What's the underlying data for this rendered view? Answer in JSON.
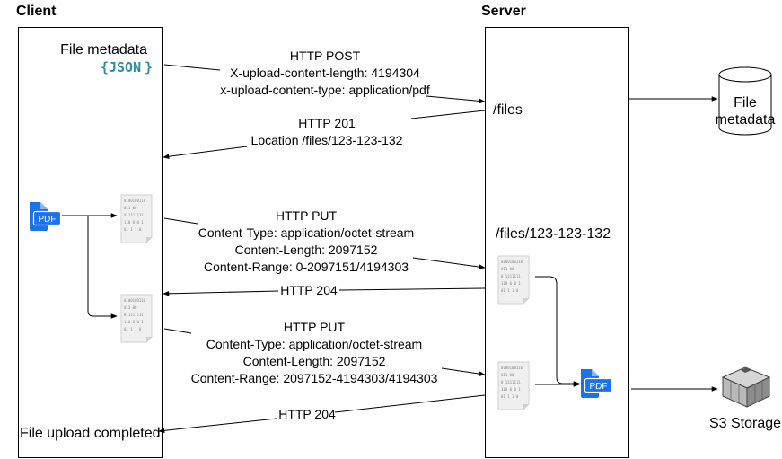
{
  "lanes": {
    "client": "Client",
    "server": "Server"
  },
  "client": {
    "file_metadata": "File metadata",
    "json_badge": "JSON",
    "json_brace_open": "{",
    "json_brace_close": "}",
    "upload_done": "File upload completed"
  },
  "server": {
    "files_path": "/files",
    "file_path": "/files/123-123-132"
  },
  "storage": {
    "db_line1": "File",
    "db_line2": "metadata",
    "s3": "S3 Storage"
  },
  "icons": {
    "pdf": "PDF"
  },
  "chunk_bits": [
    "0100100110",
    "011   00",
    "0 1111111",
    "110 0 0 1",
    "01 1 1 0"
  ],
  "messages": {
    "post": [
      "HTTP POST",
      "X-upload-content-length: 4194304",
      "x-upload-content-type: application/pdf"
    ],
    "created": [
      "HTTP 201",
      "Location /files/123-123-132"
    ],
    "put1": [
      "HTTP PUT",
      "Content-Type: application/octet-stream",
      "Content-Length: 2097152",
      "Content-Range: 0-2097151/4194303"
    ],
    "resp1": "HTTP 204",
    "put2": [
      "HTTP PUT",
      "Content-Type: application/octet-stream",
      "Content-Length: 2097152",
      "Content-Range:  2097152-4194303/4194303"
    ],
    "resp2": "HTTP 204"
  },
  "colors": {
    "pdf_blue": "#1a73e8",
    "json_teal": "#2f8f9b",
    "line": "#000000",
    "chunk": "#efefef"
  }
}
